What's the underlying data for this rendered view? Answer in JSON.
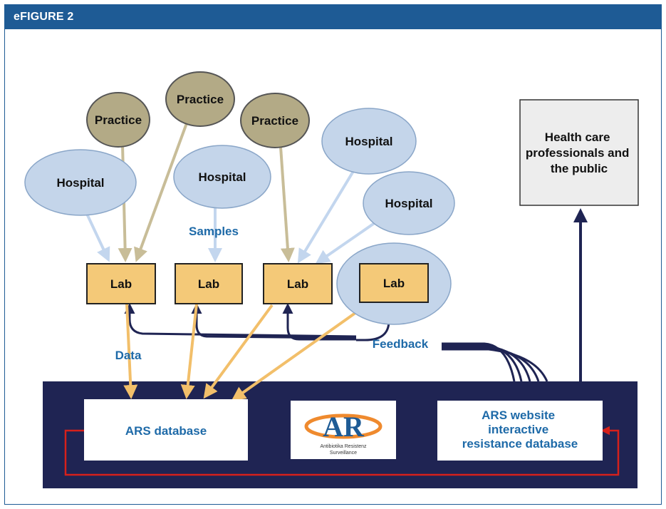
{
  "figure": {
    "label": "eFIGURE 2"
  },
  "sources": {
    "practice_label": "Practice",
    "hospital_label": "Hospital",
    "lab_label": "Lab"
  },
  "public_box": {
    "label": [
      "Health care",
      "professionals and",
      "the public"
    ]
  },
  "flow_labels": {
    "samples": "Samples",
    "data": "Data",
    "feedback": "Feedback"
  },
  "ars_database": {
    "label": "ARS database"
  },
  "ars_website": {
    "label": [
      "ARS website",
      "interactive",
      "resistance database"
    ]
  },
  "logo": {
    "mark": "AR",
    "line1": "Antibiotika Resistenz",
    "line2": "Surveillance"
  },
  "colors": {
    "header": "#1e5b95",
    "practice_fill": "#b3aa86",
    "hospital_fill": "#c4d5ea",
    "lab_fill": "#f4c978",
    "navy": "#1f2453",
    "red_loop": "#d6201b",
    "data_arrow": "#f2bf6a",
    "practice_arrow": "#c8bd98",
    "hospital_arrow": "#c3d6ee",
    "logo_orange": "#ef8a2e"
  }
}
